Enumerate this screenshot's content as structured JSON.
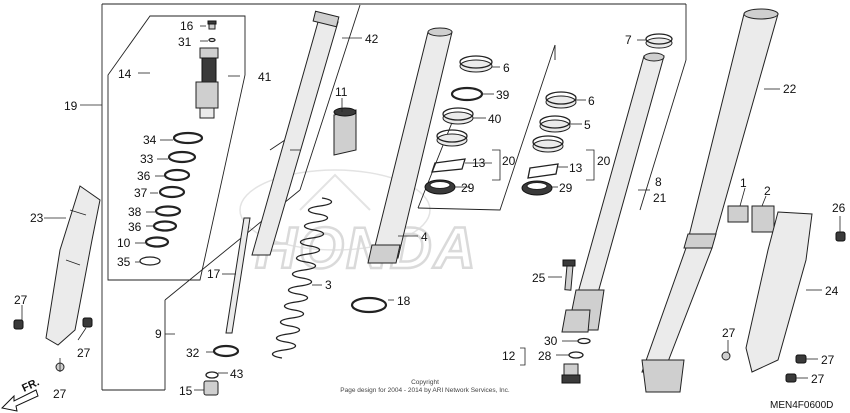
{
  "callouts": {
    "c1": "1",
    "c2": "2",
    "c3": "3",
    "c4": "4",
    "c5": "5",
    "c6a": "6",
    "c6b": "6",
    "c7": "7",
    "c8": "8",
    "c9": "9",
    "c10": "10",
    "c11": "11",
    "c12": "12",
    "c13a": "13",
    "c13b": "13",
    "c14": "14",
    "c15": "15",
    "c16": "16",
    "c17": "17",
    "c18": "18",
    "c19": "19",
    "c20a": "20",
    "c20b": "20",
    "c21": "21",
    "c22": "22",
    "c23": "23",
    "c24": "24",
    "c25": "25",
    "c26": "26",
    "c27a": "27",
    "c27b": "27",
    "c27c": "27",
    "c27d": "27",
    "c27e": "27",
    "c27f": "27",
    "c28": "28",
    "c29a": "29",
    "c29b": "29",
    "c30": "30",
    "c31": "31",
    "c32": "32",
    "c33": "33",
    "c34": "34",
    "c35": "35",
    "c36a": "36",
    "c36b": "36",
    "c37": "37",
    "c38": "38",
    "c39": "39",
    "c40": "40",
    "c41": "41",
    "c42": "42",
    "c43": "43"
  },
  "direction_label": "FR.",
  "watermark": "HONDA",
  "copyright_line1": "Copyright",
  "copyright_line2": "Page design for 2004 - 2014 by ARI Network Services, Inc.",
  "diagram_code": "MEN4F0600D"
}
